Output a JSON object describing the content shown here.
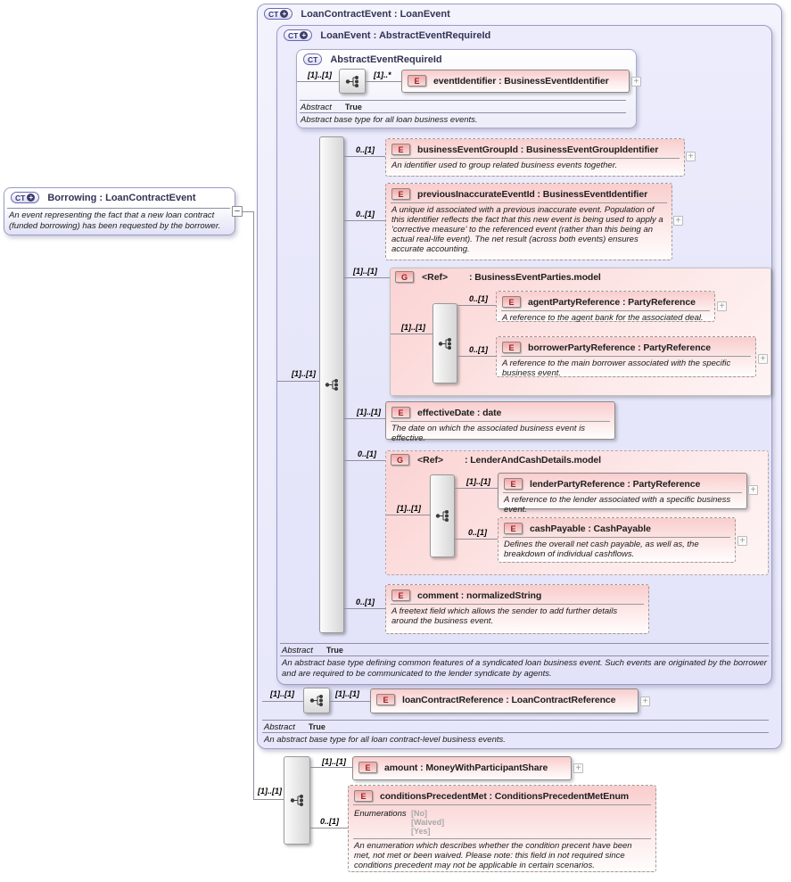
{
  "glyphs": {
    "ct": "CT",
    "e": "E",
    "g": "G",
    "plus": "+",
    "minus": "−",
    "expand": "+"
  },
  "colors": {
    "lavender_box": "#e8e8fb",
    "pink_element": "#f9cdcd",
    "group_fill": "#fbd6d6",
    "connector": "#90909c"
  },
  "borrowing": {
    "title": "Borrowing : LoanContractEvent",
    "description": "An event representing the fact that a new loan contract (funded borrowing) has been requested by the borrower."
  },
  "lce": {
    "title": "LoanContractEvent : LoanEvent",
    "seq_card": "[1]..[1]",
    "lcr": {
      "card": "[1]..[1]",
      "title": "loanContractReference : LoanContractReference"
    },
    "abstract_label": "Abstract",
    "abstract_value": "True",
    "description": "An abstract base type for all loan contract-level business events."
  },
  "le": {
    "title": "LoanEvent : AbstractEventRequireId",
    "seq_card": "[1]..[1]",
    "abstract_label": "Abstract",
    "abstract_value": "True",
    "description": "An abstract base type defining common features of a syndicated loan business event. Such events are originated by the borrower and are required to be communicated to the lender syndicate by agents."
  },
  "aeri": {
    "title": "AbstractEventRequireId",
    "seq_card": "[1]..[1]",
    "event_identifier": {
      "card": "[1]..*",
      "title": "eventIdentifier : BusinessEventIdentifier"
    },
    "abstract_label": "Abstract",
    "abstract_value": "True",
    "description": "Abstract base type for all loan business events."
  },
  "begid": {
    "card": "0..[1]",
    "title": "businessEventGroupId : BusinessEventGroupIdentifier",
    "description": "An identifier used to group related business events together."
  },
  "piei": {
    "card": "0..[1]",
    "title": "previousInaccurateEventId : BusinessEventIdentifier",
    "description": "A unique id associated with a previous inaccurate event. Population of this identifier reflects the fact that this new event is being used to apply a 'corrective measure' to the referenced event (rather than this being an actual real-life event). The net result (across both events) ensures accurate accounting."
  },
  "bep": {
    "card": "[1]..[1]",
    "ref": "<Ref>",
    "title": ": BusinessEventParties.model",
    "seq_card": "[1]..[1]",
    "agent": {
      "card": "0..[1]",
      "title": "agentPartyReference : PartyReference",
      "description": "A reference to the agent bank for the associated deal."
    },
    "borrower": {
      "card": "0..[1]",
      "title": "borrowerPartyReference : PartyReference",
      "description": "A reference to the main borrower associated with the specific business event."
    }
  },
  "effective_date": {
    "card": "[1]..[1]",
    "title": "effectiveDate : date",
    "description": "The date on which the associated business event is effective."
  },
  "lacd": {
    "card": "0..[1]",
    "ref": "<Ref>",
    "title": ": LenderAndCashDetails.model",
    "seq_card": "[1]..[1]",
    "lender": {
      "card": "[1]..[1]",
      "title": "lenderPartyReference : PartyReference",
      "description": "A reference to the lender associated with a specific business event."
    },
    "cash": {
      "card": "0..[1]",
      "title": "cashPayable : CashPayable",
      "description": "Defines the overall net cash payable, as well as, the breakdown of individual cashflows."
    }
  },
  "comment": {
    "card": "0..[1]",
    "title": "comment : normalizedString",
    "description": "A freetext field which allows the sender to add further details around the business event."
  },
  "ext": {
    "seq_card": "[1]..[1]",
    "amount": {
      "card": "[1]..[1]",
      "title": "amount  : MoneyWithParticipantShare"
    },
    "cpm": {
      "card": "0..[1]",
      "title": "conditionsPrecedentMet : ConditionsPrecedentMetEnum",
      "enum_label": "Enumerations",
      "enums": [
        "[No]",
        "[Waived]",
        "[Yes]"
      ],
      "description": "An enumeration which describes whether the condition precent have been met, not met or been waived. Please note: this field in not required since conditions precedent may not be applicable in certain scenarios."
    }
  }
}
